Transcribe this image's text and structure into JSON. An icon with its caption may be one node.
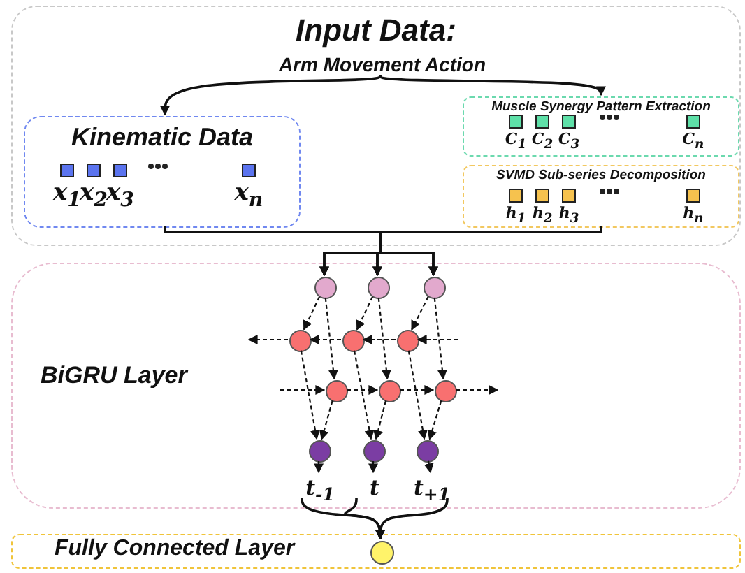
{
  "diagram": {
    "nodes": [
      {
        "text": [
          "Input Data:"
        ]
      },
      {
        "text": [
          "Arm Movement Action"
        ],
        "in": 0
      },
      {
        "text": [
          "Kinematic Data"
        ],
        "in": 0
      },
      {
        "text": [
          "x$_{1}$"
        ],
        "in": 2
      },
      {
        "text": [
          "x$_{2}$"
        ],
        "in": 2
      },
      {
        "text": [
          "x$_{3}$"
        ],
        "in": 2
      },
      {
        "text": [
          "x$_{n}$"
        ],
        "in": 2
      },
      {
        "text": [
          "Muscle Synergy Pattern Extraction"
        ],
        "in": 0
      },
      {
        "text": [
          "C$_{1}$"
        ],
        "in": 7
      },
      {
        "text": [
          "C$_{2}$"
        ],
        "in": 7
      },
      {
        "text": [
          "C$_{3}$"
        ],
        "in": 7
      },
      {
        "text": [
          "C$_{n}$"
        ],
        "in": 7
      },
      {
        "text": [
          "SVMD Sub-series Decomposition"
        ],
        "in": 0
      },
      {
        "text": [
          "h$_{1}$"
        ],
        "in": 12
      },
      {
        "text": [
          "h$_{2}$"
        ],
        "in": 12
      },
      {
        "text": [
          "h$_{3}$"
        ],
        "in": 12
      },
      {
        "text": [
          "h$_{n}$"
        ],
        "in": 12
      },
      {
        "text": [
          "BiGRU Layer"
        ]
      },
      {
        "text": [],
        "shape": "circle",
        "in": 17
      },
      {
        "text": [],
        "shape": "circle",
        "in": 17
      },
      {
        "text": [],
        "shape": "circle",
        "in": 17
      },
      {
        "text": [],
        "shape": "circle",
        "in": 17
      },
      {
        "text": [],
        "shape": "circle",
        "in": 17
      },
      {
        "text": [],
        "shape": "circle",
        "in": 17
      },
      {
        "text": [],
        "shape": "circle",
        "in": 17
      },
      {
        "text": [],
        "shape": "circle",
        "in": 17
      },
      {
        "text": [],
        "shape": "circle",
        "in": 17
      },
      {
        "text": [],
        "shape": "circle",
        "in": 17
      },
      {
        "text": [],
        "shape": "circle",
        "in": 17
      },
      {
        "text": [],
        "shape": "circle",
        "in": 17
      },
      {
        "text": [
          "t$_{-1}$"
        ],
        "in": 17
      },
      {
        "text": [
          "t"
        ],
        "in": 17
      },
      {
        "text": [
          "t$_{+1}$"
        ],
        "in": 17
      },
      {
        "text": [
          "Fully Connected Layer"
        ]
      },
      {
        "text": [],
        "shape": "circle",
        "in": 33
      }
    ],
    "edges": [
      {
        "from": 1,
        "to": 2,
        "arrow": "to"
      },
      {
        "from": 1,
        "to": 7,
        "arrow": "to"
      },
      {
        "from": 2,
        "to": 18,
        "arrow": "to"
      },
      {
        "from": 2,
        "to": 19,
        "arrow": "to"
      },
      {
        "from": 2,
        "to": 20,
        "arrow": "to"
      },
      {
        "from": 12,
        "to": 18,
        "arrow": "to"
      },
      {
        "from": 12,
        "to": 19,
        "arrow": "to"
      },
      {
        "from": 12,
        "to": 20,
        "arrow": "to"
      },
      {
        "from": 18,
        "to": 21,
        "arrow": "to",
        "style": "dashed"
      },
      {
        "from": 19,
        "to": 22,
        "arrow": "to",
        "style": "dashed"
      },
      {
        "from": 20,
        "to": 23,
        "arrow": "to",
        "style": "dashed"
      },
      {
        "from": 18,
        "to": 24,
        "arrow": "to",
        "style": "dashed"
      },
      {
        "from": 19,
        "to": 25,
        "arrow": "to",
        "style": "dashed"
      },
      {
        "from": 20,
        "to": 26,
        "arrow": "to",
        "style": "dashed"
      },
      {
        "from": null,
        "to": 23,
        "arrow": "to",
        "style": "dashed"
      },
      {
        "from": 23,
        "to": 22,
        "arrow": "to",
        "style": "dashed"
      },
      {
        "from": 22,
        "to": 21,
        "arrow": "to",
        "style": "dashed"
      },
      {
        "from": 21,
        "to": null,
        "arrow": "to",
        "style": "dashed"
      },
      {
        "from": null,
        "to": 24,
        "arrow": "to",
        "style": "dashed"
      },
      {
        "from": 24,
        "to": 25,
        "arrow": "to",
        "style": "dashed"
      },
      {
        "from": 25,
        "to": 26,
        "arrow": "to",
        "style": "dashed"
      },
      {
        "from": 26,
        "to": null,
        "arrow": "to",
        "style": "dashed"
      },
      {
        "from": 21,
        "to": 27,
        "arrow": "to",
        "style": "dashed"
      },
      {
        "from": 22,
        "to": 28,
        "arrow": "to",
        "style": "dashed"
      },
      {
        "from": 23,
        "to": 29,
        "arrow": "to",
        "style": "dashed"
      },
      {
        "from": 24,
        "to": 27,
        "arrow": "to",
        "style": "dashed"
      },
      {
        "from": 25,
        "to": 28,
        "arrow": "to",
        "style": "dashed"
      },
      {
        "from": 26,
        "to": 29,
        "arrow": "to",
        "style": "dashed"
      },
      {
        "from": 27,
        "to": 30,
        "arrow": "to",
        "style": "dashed"
      },
      {
        "from": 28,
        "to": 31,
        "arrow": "to",
        "style": "dashed"
      },
      {
        "from": 29,
        "to": 32,
        "arrow": "to",
        "style": "dashed"
      },
      {
        "from": 30,
        "to": 34,
        "arrow": "to"
      },
      {
        "from": 31,
        "to": 34,
        "arrow": "to"
      },
      {
        "from": 32,
        "to": 34,
        "arrow": "to"
      }
    ]
  }
}
